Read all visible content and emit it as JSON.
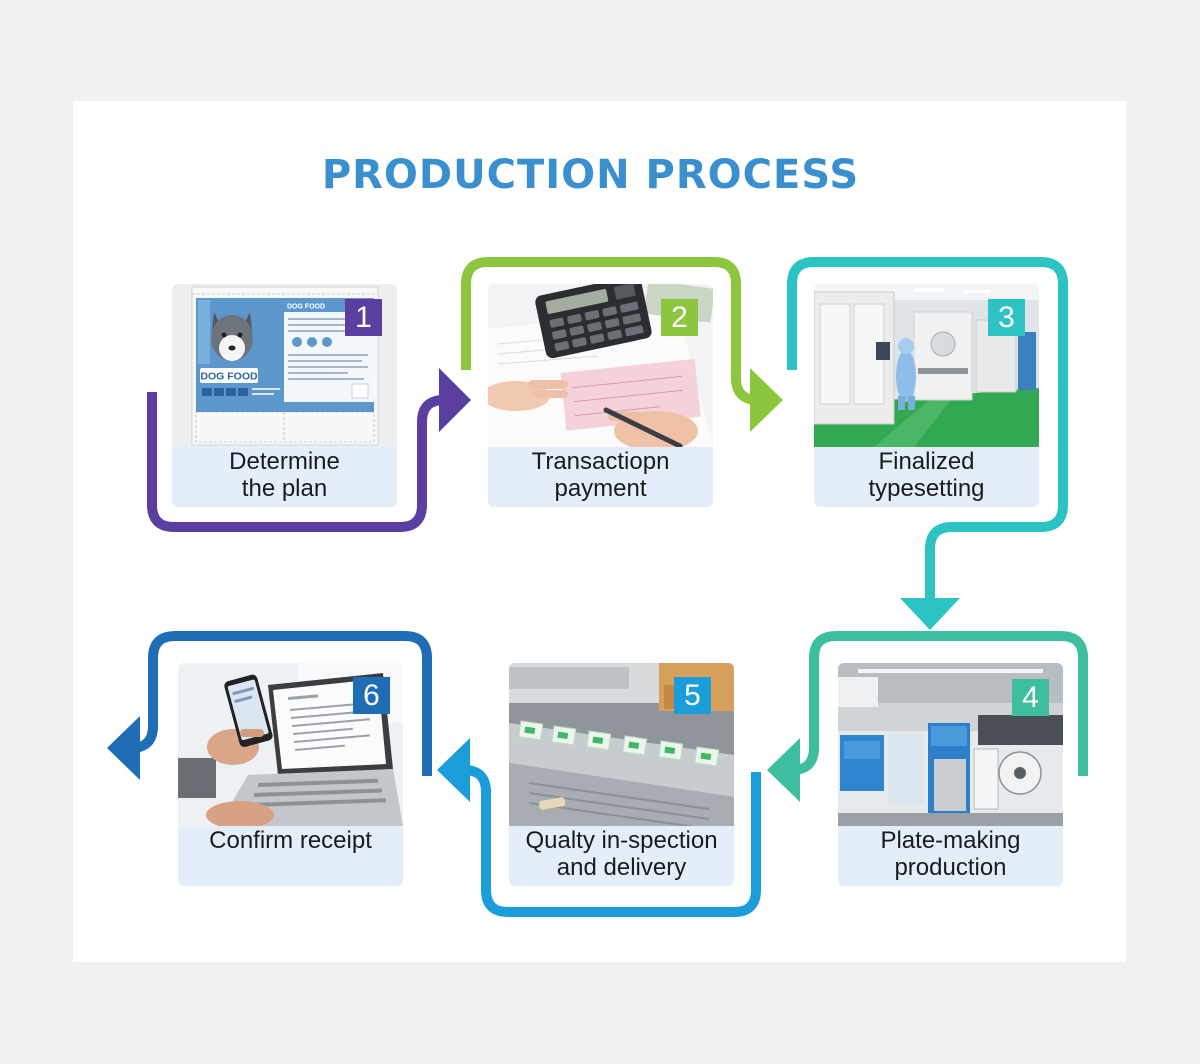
{
  "title": "PRODUCTION PROCESS",
  "theme": {
    "title_color": "#3a8fcf",
    "page_bg": "#f1f1f1",
    "panel_bg": "#ffffff",
    "label_bg": "#e3eefa"
  },
  "package_text": "DOG FOOD",
  "steps": [
    {
      "number": "1",
      "label_lines": [
        "Determine",
        "the plan"
      ],
      "color": "#5b3fa0"
    },
    {
      "number": "2",
      "label_lines": [
        "Transactiopn",
        "payment"
      ],
      "color": "#8cc63f"
    },
    {
      "number": "3",
      "label_lines": [
        "Finalized",
        "typesetting"
      ],
      "color": "#2dc3c3"
    },
    {
      "number": "4",
      "label_lines": [
        "Plate-making",
        "production"
      ],
      "color": "#3dbf9f"
    },
    {
      "number": "5",
      "label_lines": [
        "Qualty in-spection",
        "and delivery"
      ],
      "color": "#1a9dd9"
    },
    {
      "number": "6",
      "label_lines": [
        "Confirm receipt"
      ],
      "color": "#1f6db5"
    }
  ]
}
